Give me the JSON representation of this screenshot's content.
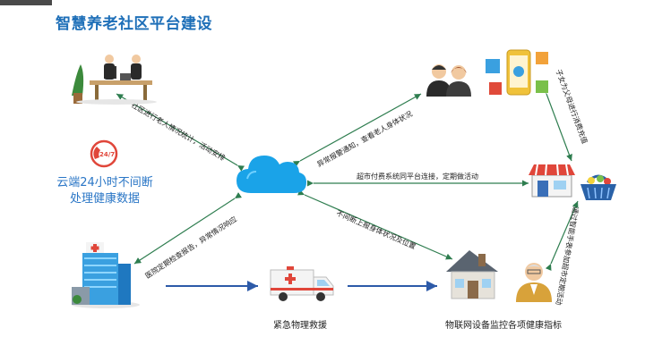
{
  "title": "智慧养老社区平台建设",
  "cloud_service_text": [
    "云端24小时不间断",
    "处理健康数据"
  ],
  "nodes": {
    "community_office": {
      "icon": "office-workers-icon"
    },
    "family": {
      "icon": "family-members-icon"
    },
    "payment_app": {
      "icon": "mobile-payment-icon"
    },
    "cloud": {
      "icon": "cloud-icon"
    },
    "supermarket": {
      "icon": "supermarket-icon"
    },
    "basket": {
      "icon": "shopping-basket-icon"
    },
    "service_24_7": {
      "icon": "24-7-service-icon"
    },
    "hospital": {
      "icon": "hospital-icon"
    },
    "ambulance": {
      "icon": "ambulance-icon",
      "caption": "紧急物理救援"
    },
    "home": {
      "icon": "home-icon",
      "caption": "物联网设备监控各项健康指标"
    },
    "elder": {
      "icon": "elderly-person-icon"
    }
  },
  "edge_labels": {
    "cloud_community": "社区进行老人情况统计，活动安排",
    "cloud_family": "异常报警通知，查看老人身体状况",
    "family_supermarket": "子女为父母进行消费充值",
    "cloud_supermarket": "超市付费系统同平台连接，定期做活动",
    "home_cloud": "不间断上报身体状况及位置",
    "cloud_hospital": "医院定期检查报告，异常情况响应",
    "elder_supermarket": "通过智能手表参加超市定期活动"
  },
  "colors": {
    "title": "#1e6fb8",
    "arrow": "#2e7d4f",
    "flow_arrow": "#2d5aa8",
    "cloud": "#1aa3e8",
    "caption_blue": "#2a76c6"
  }
}
